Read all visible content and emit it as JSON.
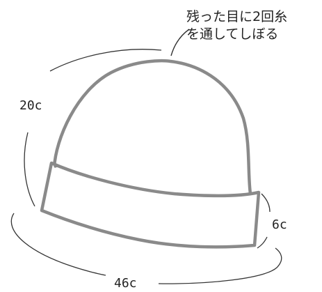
{
  "annotation": {
    "line1": "残った目に2回糸",
    "line2": "を通してしぼる"
  },
  "dimensions": {
    "height": "20c",
    "cuff_width": "6c",
    "circumference": "46c"
  },
  "colors": {
    "hat_outline": "#8a8a8a",
    "guide_lines": "#333333",
    "text": "#222222"
  }
}
